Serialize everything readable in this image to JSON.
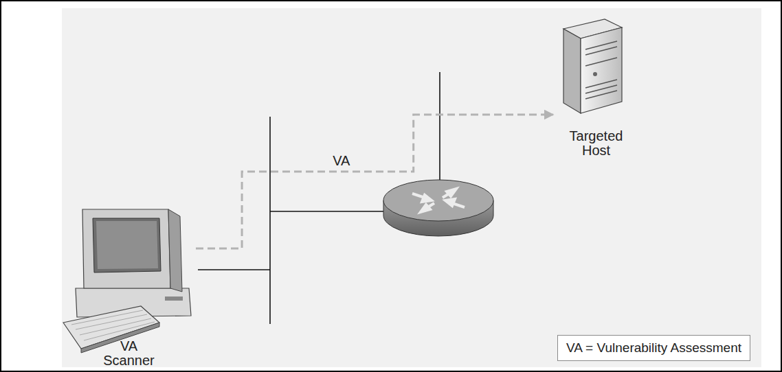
{
  "diagram": {
    "nodes": [
      {
        "text": [
          "Targeted Host"
        ]
      },
      {
        "text": [
          "VA Scanner"
        ]
      },
      {
        "text": [
          "VA = Vulnerability Assessment"
        ]
      }
    ],
    "edges": [
      {
        "from": 1,
        "to": 0,
        "arrow": "to",
        "label": "VA"
      }
    ]
  }
}
